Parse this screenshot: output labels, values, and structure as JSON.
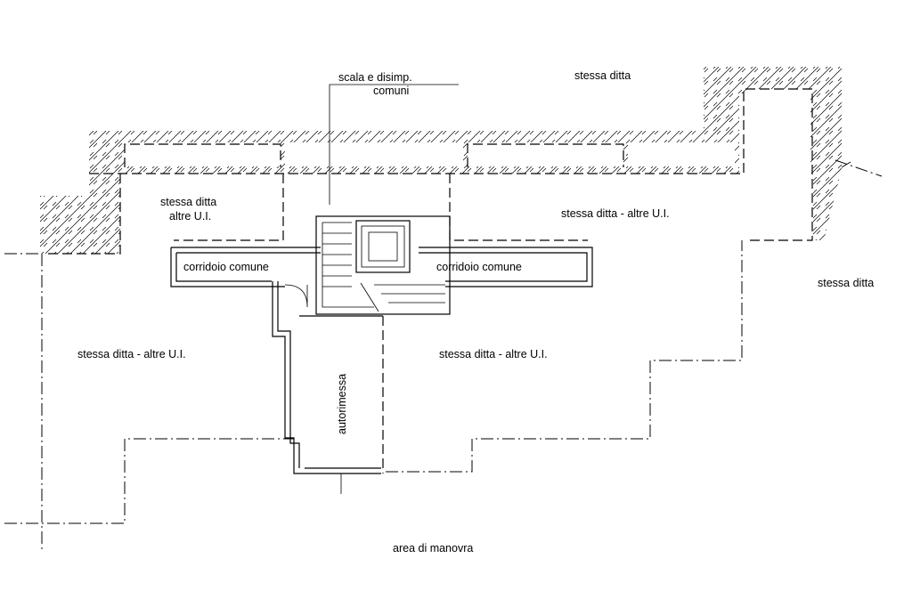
{
  "labels": {
    "scala_line1": "scala e disimp.",
    "scala_line2": "comuni",
    "stessa_ditta_top": "stessa ditta",
    "stessa_ditta_right": "stessa ditta",
    "stessa_ditta_altre_ui_upper_left_line1": "stessa ditta",
    "stessa_ditta_altre_ui_upper_left_line2": "altre U.I.",
    "stessa_ditta_altre_ui_upper_right": "stessa ditta - altre U.I.",
    "corridoio_left": "corridoio comune",
    "corridoio_right": "corridoio comune",
    "stessa_ditta_altre_ui_lower_left": "stessa ditta - altre U.I.",
    "stessa_ditta_altre_ui_lower_right": "stessa ditta - altre U.I.",
    "autorimessa": "autorimessa",
    "area_di_manovra": "area di manovra"
  },
  "colors": {
    "line": "#000000",
    "background": "#ffffff"
  }
}
